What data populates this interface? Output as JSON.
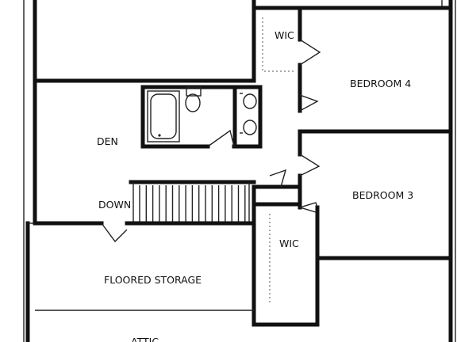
{
  "rooms": {
    "wic_top": "WIC",
    "bedroom_4": "BEDROOM 4",
    "den": "DEN",
    "bedroom_3": "BEDROOM 3",
    "down": "DOWN",
    "wic_bottom": "WIC",
    "floored_storage": "FLOORED STORAGE",
    "attic": "ATTIC"
  }
}
